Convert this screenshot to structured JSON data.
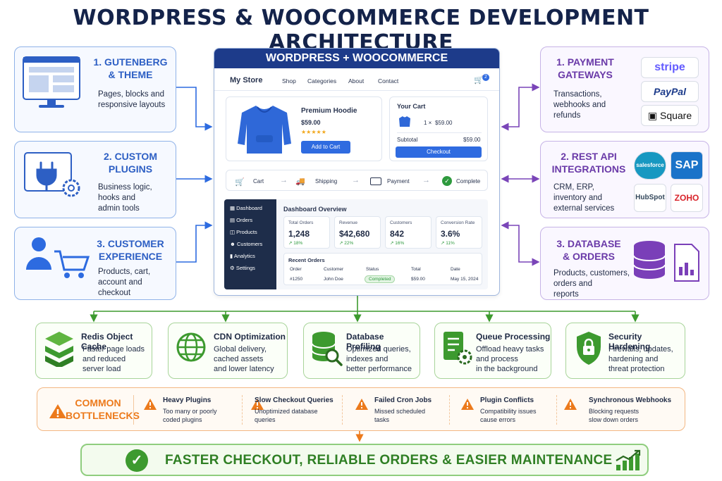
{
  "title": "WORDPRESS & WOOCOMMERCE DEVELOPMENT ARCHITECTURE",
  "left": [
    {
      "title1": "1. GUTENBERG",
      "title2": "& THEME",
      "desc": [
        "Pages, blocks and",
        "responsive layouts"
      ]
    },
    {
      "title1": "2. CUSTOM",
      "title2": "PLUGINS",
      "desc": [
        "Business logic,",
        "hooks and",
        "admin tools"
      ]
    },
    {
      "title1": "3. CUSTOMER",
      "title2": "EXPERIENCE",
      "desc": [
        "Products, cart,",
        "account and",
        "checkout"
      ]
    }
  ],
  "right": [
    {
      "title1": "1. PAYMENT",
      "title2": "GATEWAYS",
      "desc": [
        "Transactions,",
        "webhooks and",
        "refunds"
      ],
      "logos": [
        "stripe",
        "PayPal",
        "Square"
      ]
    },
    {
      "title1": "2. REST API",
      "title2": "INTEGRATIONS",
      "desc": [
        "CRM, ERP,",
        "inventory and",
        "external services"
      ],
      "logos": [
        "salesforce",
        "SAP",
        "HubSpot",
        "ZOHO"
      ]
    },
    {
      "title1": "3. DATABASE",
      "title2": "& ORDERS",
      "desc": [
        "Products, customers,",
        "orders and",
        "reports"
      ]
    }
  ],
  "center": {
    "header": "WORDPRESS + WOOCOMMERCE",
    "store": "My Store",
    "nav": [
      "Shop",
      "Categories",
      "About",
      "Contact"
    ],
    "cart_count": "2",
    "product": {
      "name": "Premium Hoodie",
      "price": "$59.00",
      "stars": "★★★★★",
      "button": "Add to Cart"
    },
    "cart": {
      "title": "Your Cart",
      "qty": "1 ×",
      "price": "$59.00",
      "subtotal_label": "Subtotal",
      "subtotal": "$59.00",
      "button": "Checkout"
    },
    "flow": [
      "Cart",
      "Shipping",
      "Payment",
      "Complete"
    ],
    "sidebar": [
      "Dashboard",
      "Orders",
      "Products",
      "Customers",
      "Analytics",
      "Settings"
    ],
    "dashboard_title": "Dashboard Overview",
    "kpis": [
      {
        "label": "Total Orders",
        "value": "1,248",
        "delta": "↗ 18%"
      },
      {
        "label": "Revenue",
        "value": "$42,680",
        "delta": "↗ 22%"
      },
      {
        "label": "Customers",
        "value": "842",
        "delta": "↗ 16%"
      },
      {
        "label": "Conversion Rate",
        "value": "3.6%",
        "delta": "↗ 11%"
      }
    ],
    "recent_title": "Recent Orders",
    "table_headers": [
      "Order",
      "Customer",
      "Status",
      "Total",
      "Date"
    ],
    "table_row": [
      "#1250",
      "John Doe",
      "Completed",
      "$59.00",
      "May 15, 2024"
    ]
  },
  "optimizations": [
    {
      "title": "Redis Object Cache",
      "desc": [
        "Faster page loads",
        "and reduced",
        "server load"
      ]
    },
    {
      "title": "CDN Optimization",
      "desc": [
        "Global delivery,",
        "cached assets",
        "and lower latency"
      ]
    },
    {
      "title": "Database Profiling",
      "desc": [
        "Optimized queries,",
        "indexes and",
        "better performance"
      ]
    },
    {
      "title": "Queue Processing",
      "desc": [
        "Offload heavy tasks",
        "and process",
        "in the background"
      ]
    },
    {
      "title": "Security Hardening",
      "desc": [
        "Firewalls, updates,",
        "hardening and",
        "threat protection"
      ]
    }
  ],
  "bottlenecks": {
    "label1": "COMMON",
    "label2": "BOTTLENECKS",
    "items": [
      {
        "title": "Heavy Plugins",
        "desc": [
          "Too many or poorly",
          "coded plugins"
        ]
      },
      {
        "title": "Slow Checkout Queries",
        "desc": [
          "Unoptimized database",
          "queries"
        ]
      },
      {
        "title": "Failed Cron Jobs",
        "desc": [
          "Missed scheduled",
          "tasks"
        ]
      },
      {
        "title": "Plugin Conflicts",
        "desc": [
          "Compatibility issues",
          "cause errors"
        ]
      },
      {
        "title": "Synchronous Webhooks",
        "desc": [
          "Blocking requests",
          "slow down orders"
        ]
      }
    ]
  },
  "result": "FASTER CHECKOUT, RELIABLE ORDERS & EASIER MAINTENANCE",
  "colors": {
    "blue": "#2d5fc4",
    "purple": "#6a3aa8",
    "green": "#3d9a2f",
    "orange": "#ec7a1c",
    "navy": "#1d3b8a"
  }
}
